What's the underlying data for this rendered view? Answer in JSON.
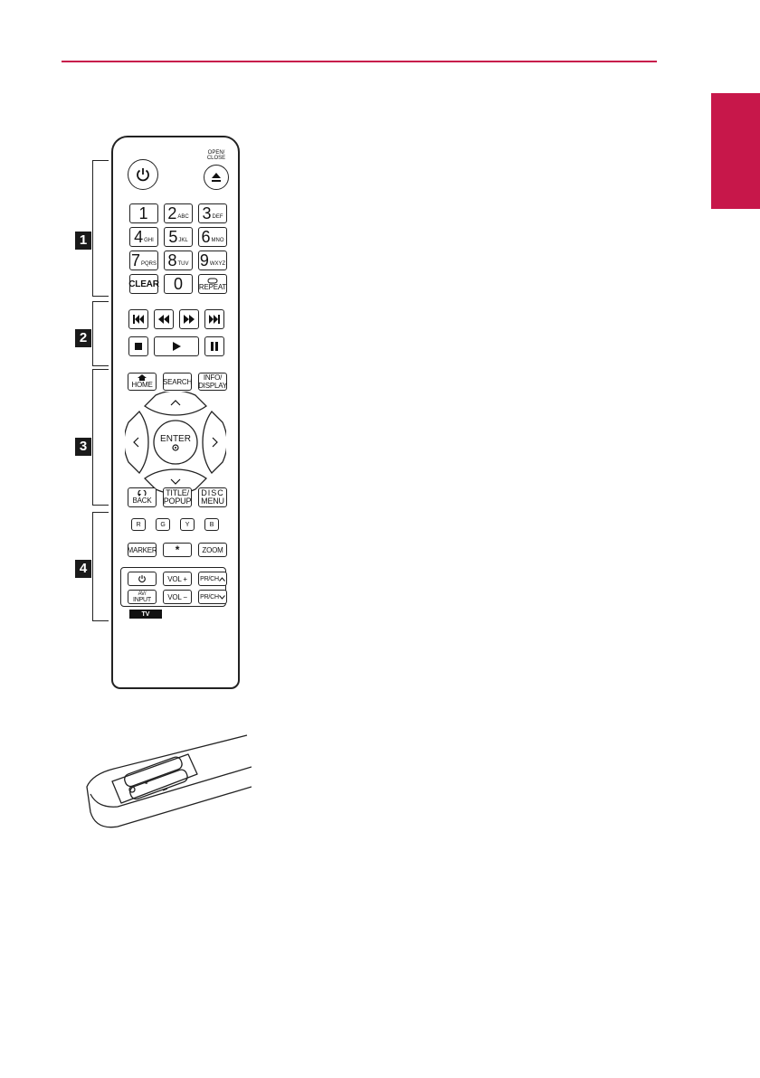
{
  "remote": {
    "open_close": {
      "line1": "OPEN/",
      "line2": "CLOSE"
    },
    "numbers": [
      {
        "n": "1",
        "s": ""
      },
      {
        "n": "2",
        "s": "ABC"
      },
      {
        "n": "3",
        "s": "DEF"
      },
      {
        "n": "4",
        "s": "GHI"
      },
      {
        "n": "5",
        "s": "JKL"
      },
      {
        "n": "6",
        "s": "MNO"
      },
      {
        "n": "7",
        "s": "PQRS"
      },
      {
        "n": "8",
        "s": "TUV"
      },
      {
        "n": "9",
        "s": "WXYZ"
      }
    ],
    "clear": "CLEAR",
    "zero": "0",
    "repeat": "REPEAT",
    "home": "HOME",
    "search": "SEARCH",
    "info": {
      "line1": "INFO/",
      "line2": "DISPLAY"
    },
    "enter": "ENTER",
    "back": "BACK",
    "title_popup": {
      "line1": "TITLE/",
      "line2": "POPUP"
    },
    "disc_menu": {
      "line1": "DISC",
      "line2": "MENU"
    },
    "colors": [
      "R",
      "G",
      "Y",
      "B"
    ],
    "marker": "MARKER",
    "star": "*",
    "zoom": "ZOOM",
    "vol_plus": "VOL +",
    "vol_minus": "VOL −",
    "pr_ch": "PR/CH",
    "av_input": {
      "line1": "AV/",
      "line2": "INPUT"
    },
    "tv": "TV"
  },
  "sections": [
    "1",
    "2",
    "3",
    "4"
  ],
  "icons": {
    "power": "power-icon",
    "eject": "eject-icon",
    "prev": "skip-previous-icon",
    "rewind": "rewind-icon",
    "forward": "fast-forward-icon",
    "next": "skip-next-icon",
    "stop": "stop-icon",
    "play": "play-icon",
    "pause": "pause-icon"
  },
  "colors": {
    "accent": "#c7174a",
    "ink": "#111111"
  }
}
